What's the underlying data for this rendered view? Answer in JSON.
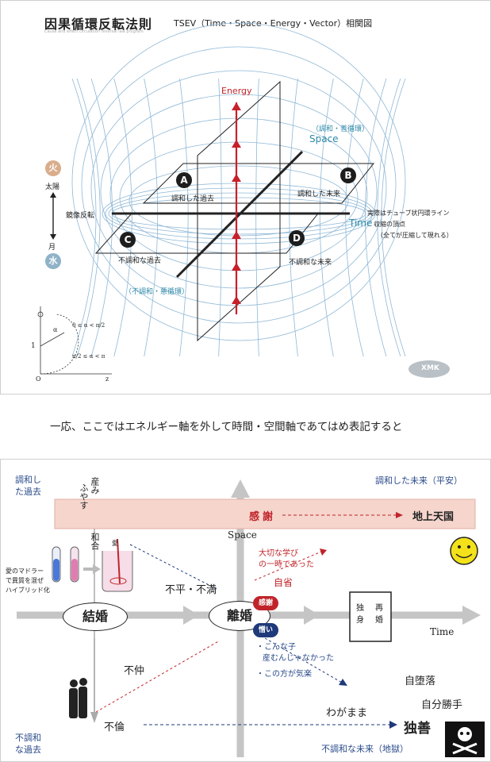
{
  "top": {
    "title_main": "因果循環反転法則",
    "title_sub": "TSEV（Time・Space・Energy・Vector）相関図",
    "caption_small": "Cause and effect circulation reversal law program",
    "axis_energy": "Energy",
    "axis_space": "Space",
    "axis_time": "Time",
    "harmony_cycle": "（調和・善循環）",
    "disharmony_cycle": "（不調和・悪循環）",
    "points": [
      {
        "letter": "A",
        "label": "調和した過去"
      },
      {
        "letter": "B",
        "label": "調和した未来"
      },
      {
        "letter": "C",
        "label": "不調和な過去"
      },
      {
        "letter": "D",
        "label": "不調和な未来"
      }
    ],
    "left": {
      "fire": "火",
      "sun": "太陽",
      "mirror": "鏡像反転",
      "moon": "月",
      "water": "水"
    },
    "note_line1": "実際はチューブ状円環ライン",
    "note_line2": "収縮の頂点",
    "note_line3": "（全てが圧縮して現れる）",
    "logo": "XMK",
    "inset": {
      "one": "1",
      "origin": "O",
      "axis_z": "z",
      "cond1": "0 ≤ α < π/2",
      "cond2": "π/2 ≤ α < π",
      "alpha": "α"
    },
    "colors": {
      "energy": "#c8202a",
      "grid": "#8fb8d6",
      "teal": "#2e8aa8",
      "fire": "#d9ad8c",
      "water": "#8fb2c8"
    }
  },
  "middle_caption": "一応、ここではエネルギー軸を外して時間・空間軸であてはめ表記すると",
  "bottom": {
    "corner_tl": [
      "調和し",
      "た過去"
    ],
    "corner_tr": "調和した未来（平安）",
    "corner_bl": [
      "不調和",
      "な過去"
    ],
    "corner_br": "不調和な未来（地獄）",
    "band_left": "感謝",
    "band_right": "地上天国",
    "vertical_words": [
      "産み",
      "ふやす"
    ],
    "washo": [
      "和",
      "合"
    ],
    "love": "愛",
    "madder_caption": [
      "愛のマドラー",
      "で異質を混ぜ",
      "ハイブリッド化"
    ],
    "axis_space": "Space",
    "axis_time": "Time",
    "node_marriage": "結婚",
    "node_divorce": "離婚",
    "discontent": "不平・不満",
    "learning": [
      "大切な学び",
      "の一時であった"
    ],
    "reflection": "自省",
    "pill_thanks": "感謝",
    "pill_hate": "憎い",
    "hate_lines": [
      "・こんな子",
      "産むんじゃなかった",
      "・この方が気楽"
    ],
    "single_box": [
      "独",
      "身",
      "再",
      "婚"
    ],
    "fuchu": "不仲",
    "furin": "不倫",
    "selfish": "わがまま",
    "self_fall": "自堕落",
    "self_will": "自分勝手",
    "self_right": "独善",
    "colors": {
      "band": "#f5d5cc",
      "band_border": "#e3b0a6",
      "arrow_gray": "#c5c5c5",
      "pill_red": "#c0242a",
      "pill_navy": "#1f3a7a",
      "smiley": "#f3e11a"
    }
  }
}
